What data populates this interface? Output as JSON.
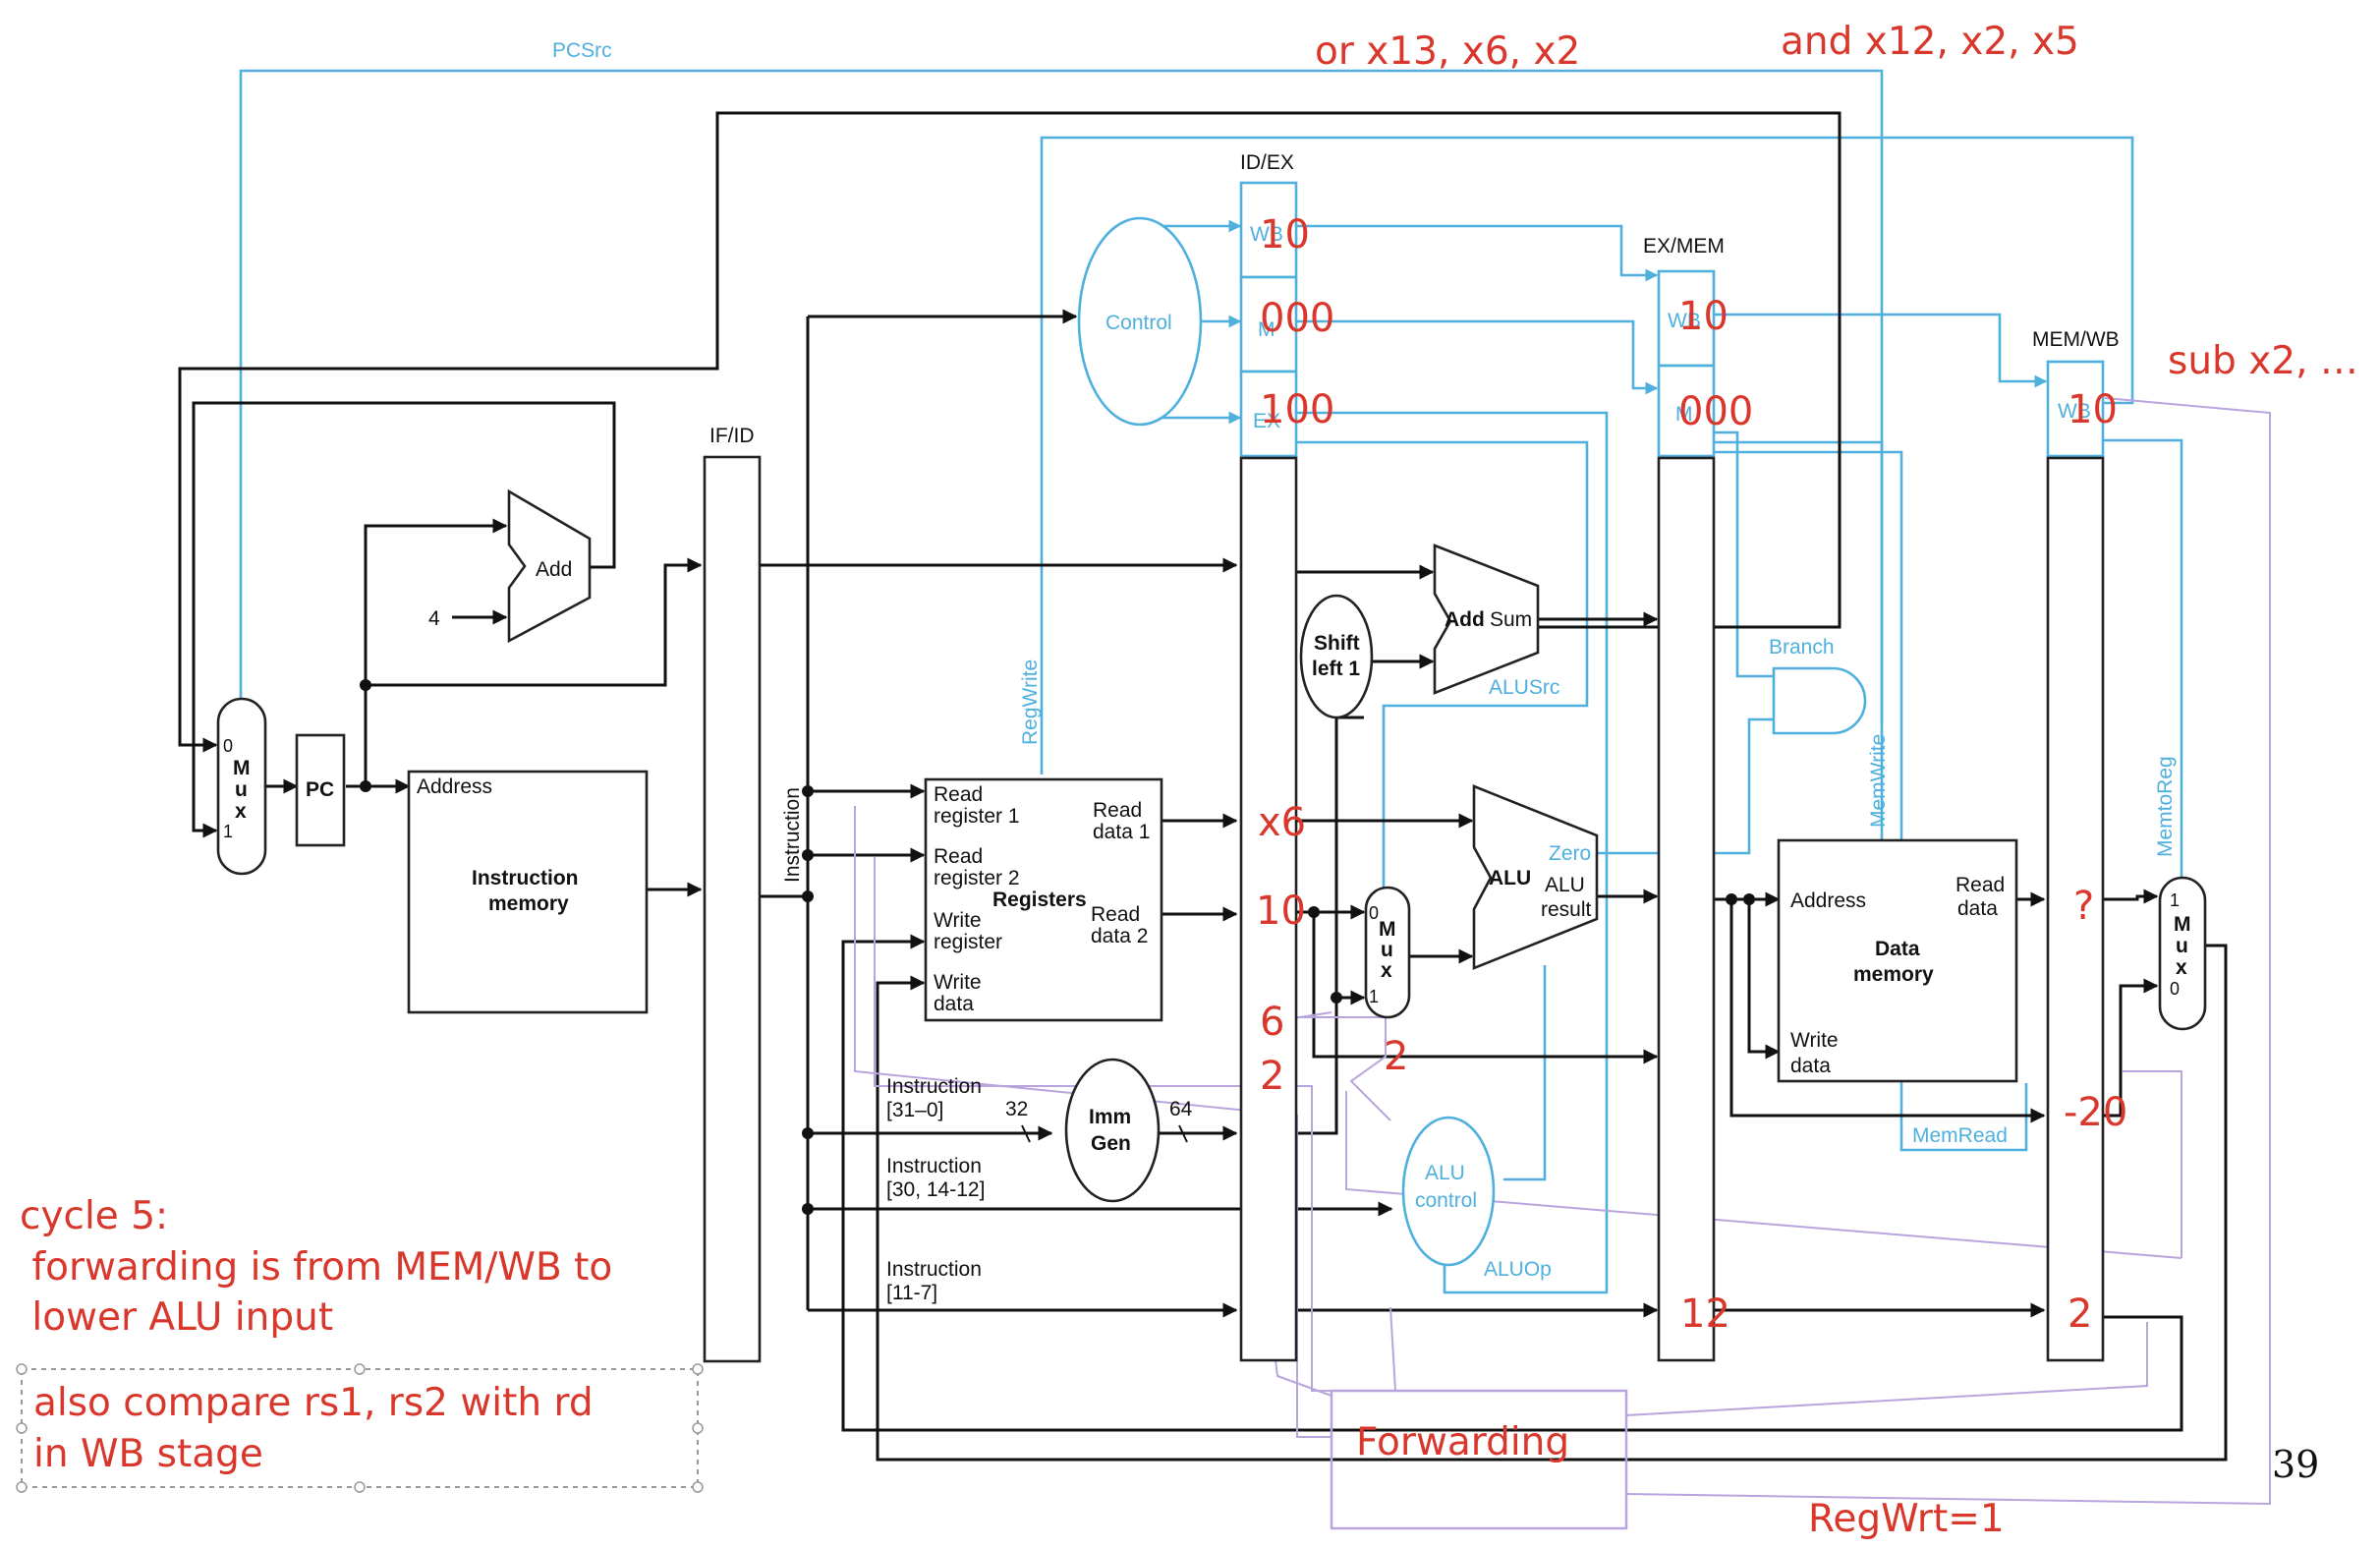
{
  "pipeline_registers": {
    "if_id": "IF/ID",
    "id_ex": "ID/EX",
    "ex_mem": "EX/MEM",
    "mem_wb": "MEM/WB"
  },
  "stage_fields": {
    "wb": "WB",
    "m": "M",
    "ex": "EX"
  },
  "blocks": {
    "pc": "PC",
    "add": "Add",
    "four": "4",
    "mux_letters": [
      "M",
      "u",
      "x"
    ],
    "mux_in0": "0",
    "mux_in1": "1",
    "instr_mem": {
      "address": "Address",
      "title_1": "Instruction",
      "title_2": "memory"
    },
    "registers": {
      "read_reg1_a": "Read",
      "read_reg1_b": "register 1",
      "read_reg2_a": "Read",
      "read_reg2_b": "register 2",
      "write_reg_a": "Write",
      "write_reg_b": "register",
      "write_data_a": "Write",
      "write_data_b": "data",
      "read_data1_a": "Read",
      "read_data1_b": "data 1",
      "read_data2_a": "Read",
      "read_data2_b": "data 2",
      "title": "Registers"
    },
    "control": "Control",
    "shift_a": "Shift",
    "shift_b": "left 1",
    "add_sum": "Add",
    "sum": "Sum",
    "alu": "ALU",
    "zero": "Zero",
    "alu_result_a": "ALU",
    "alu_result_b": "result",
    "imm_gen_a": "Imm",
    "imm_gen_b": "Gen",
    "alu_control_a": "ALU",
    "alu_control_b": "control",
    "data_mem": {
      "address": "Address",
      "read_data_a": "Read",
      "read_data_b": "data",
      "title_1": "Data",
      "title_2": "memory",
      "write_data_a": "Write",
      "write_data_b": "data"
    },
    "instruction": "Instruction",
    "instr_31_0_a": "Instruction",
    "instr_31_0_b": "[31–0]",
    "instr_30_a": "Instruction",
    "instr_30_b": "[30, 14-12]",
    "instr_11_7_a": "Instruction",
    "instr_11_7_b": "[11-7]",
    "bits_32": "32",
    "bits_64": "64"
  },
  "control_signals": {
    "pcsrc": "PCSrc",
    "regwrite": "RegWrite",
    "alusrc": "ALUSrc",
    "branch": "Branch",
    "memwrite": "MemWrite",
    "memtoreg": "MemtoReg",
    "memread": "MemRead",
    "aluop": "ALUOp"
  },
  "annotations": {
    "instr_or": "or x13, x6, x2",
    "instr_and": "and x12, x2, x5",
    "instr_sub": "sub x2, …",
    "idex_wb": "10",
    "idex_m": "000",
    "idex_ex": "100",
    "exmem_wb": "10",
    "exmem_m": "000",
    "memwb_wb": "10",
    "read_data1_val": "x6",
    "read_data2_val": "10",
    "rs1_val": "6",
    "rs2_val": "2",
    "mux_in_val": "2",
    "exmem_rd": "12",
    "memwb_rd": "2",
    "memwb_readdata": "?",
    "memwb_aluresult": "-20",
    "forwarding": "Forwarding",
    "regwrt": "RegWrt=1",
    "cycle_line1": "cycle 5:",
    "cycle_line2": " forwarding is from MEM/WB to",
    "cycle_line3": " lower ALU input",
    "note_line1": "also compare rs1, rs2 with rd",
    "note_line2": "in WB stage",
    "page_number": "39"
  }
}
